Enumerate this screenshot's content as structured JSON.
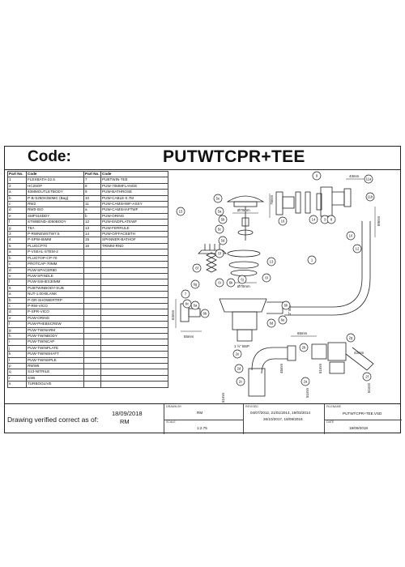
{
  "header": {
    "code_label": "Code:",
    "code_value": "PUTWTCPR+TEE"
  },
  "parts_header": [
    "Part No.",
    "Code",
    "Part No.",
    "Code"
  ],
  "parts_rows": [
    [
      "1",
      "FLEXBATH-22.5",
      "7",
      "PUBTWIN-TEE"
    ],
    [
      "2",
      "HC25OF",
      "8",
      "PUW-70MMFLANGE"
    ],
    [
      "a",
      "40MMOUTLETBODY",
      "9",
      "PUW-BATHROSE"
    ],
    [
      "b",
      "P-B-S260X350MC (Bag)",
      "10",
      "PUW-CABLE-0.7M"
    ],
    [
      "c",
      "RW2",
      "11",
      "PUW-CAMSHWF-ASSY"
    ],
    [
      "d",
      "RW0-ISO",
      "a",
      "PUW-CAMSHAFTWF"
    ],
    [
      "e",
      "SMP316DDY",
      "b",
      "PUW-ORING"
    ],
    [
      "f",
      "STWBEND-4050BODY",
      "12",
      "PUW-ENDPLATEWF"
    ],
    [
      "g",
      "T8A",
      "13",
      "PUW-FERRULE"
    ],
    [
      "3",
      "P-RWNEWSTW7.5",
      "14",
      "PUW-O/FFACEBTH"
    ],
    [
      "4",
      "P-SPW-65MM",
      "15",
      "SPANNER-BATHOF"
    ],
    [
      "5",
      "PLUGCP70",
      "16",
      "TRIMM-RND"
    ],
    [
      "a",
      "P-VSEAL-STEM-2",
      "",
      ""
    ],
    [
      "b",
      "PLUGTOP-CP-70",
      "",
      ""
    ],
    [
      "c",
      "PROTCAP-70MM",
      "",
      ""
    ],
    [
      "d",
      "PUW-SPACER80",
      "",
      ""
    ],
    [
      "e",
      "PUW-SPINDLE",
      "",
      ""
    ],
    [
      "f",
      "PUW-SSHEX30MM",
      "",
      ""
    ],
    [
      "6",
      "PUBTWINBODY-SUB",
      "",
      ""
    ],
    [
      "a",
      "NUT-1.00-BLANK",
      "",
      ""
    ],
    [
      "b",
      "P-OR-SHOWERTRP",
      "",
      ""
    ],
    [
      "c",
      "P-RW-VICO",
      "",
      ""
    ],
    [
      "d",
      "P-SPR-VICO",
      "",
      ""
    ],
    [
      "e",
      "PUW-ORING",
      "",
      ""
    ],
    [
      "f",
      "PUW-PHEBSCREW",
      "",
      ""
    ],
    [
      "g",
      "PUW-TWINARM",
      "",
      ""
    ],
    [
      "h",
      "PUW-TWINBODY",
      "",
      ""
    ],
    [
      "i",
      "PUW-TWINCAP",
      "",
      ""
    ],
    [
      "j",
      "PUW-TWINPLATE",
      "",
      ""
    ],
    [
      "k",
      "PUW-TWINSHAFT",
      "",
      ""
    ],
    [
      "l",
      "PUW-TWINSPLE",
      "",
      ""
    ],
    [
      "p",
      "RWW6",
      "",
      ""
    ],
    [
      "q",
      "S13-NITRILE",
      "",
      ""
    ],
    [
      "r",
      "SSB",
      "",
      ""
    ],
    [
      "s",
      "TURBOGLIVE",
      "",
      ""
    ]
  ],
  "diagram": {
    "labels": {
      "dim_43": "43mm",
      "dim_70_plug": "Ø70mm",
      "dim_70_flange": "Ø70mm",
      "dim_75": "75mm",
      "dim_89": "89mm",
      "dim_63": "63mm",
      "dim_55": "55mm",
      "dim_65": "65mm",
      "dim_45": "45mm",
      "dim_51a": "51mm",
      "dim_51b": "51mm",
      "dim_42": "42mm",
      "dim_51c": "51mm",
      "bsp_15": "1 ½\" BSP",
      "bsp_1": "1\" BSP",
      "dim_51d": "51mm",
      "c_11a": "11a",
      "c_11b": "11b",
      "c_9": "9",
      "c_5e": "5e",
      "c_5a": "5a",
      "c_5b": "5b",
      "c_5c": "5c",
      "c_5d": "5d",
      "c_5f": "5f",
      "c_15": "15",
      "c_16": "16",
      "c_14": "14",
      "c_3": "3",
      "c_8": "8",
      "c_1": "1",
      "c_12": "12",
      "c_10": "10",
      "c_13": "13",
      "c_6f": "6f",
      "c_6g": "6g",
      "c_6i": "6i",
      "c_6k": "6k",
      "c_6j": "6j",
      "c_6l": "6l",
      "c_6c": "6c",
      "c_6a": "6a",
      "c_6b": "6b",
      "c_6d": "6d",
      "c_6e": "6e",
      "c_6h": "6h",
      "c_7": "7",
      "c_2e": "2e",
      "c_2d": "2d",
      "c_2c": "2c",
      "c_2b": "2b",
      "c_2g": "2g",
      "c_2a": "2a",
      "c_2f": "2f"
    }
  },
  "footer": {
    "verified": "Drawing verified correct as of:",
    "date": "18/09/2018",
    "initials": "RM",
    "drawn_by_label": "DRAWN BY",
    "drawn_by": "RM",
    "revised_label": "REVISED",
    "revised_1": "04/07/2012, 21/01/2014, 19/03/2014",
    "revised_2": "26/10/2017, 18/09/2018",
    "filename_label": "FILENAME",
    "filename": "PUTWTCPR+TEE.VSD",
    "scale_label": "SCALE",
    "scale": "1:2.75",
    "date_label": "DATE",
    "date_value": "18/09/2018"
  }
}
